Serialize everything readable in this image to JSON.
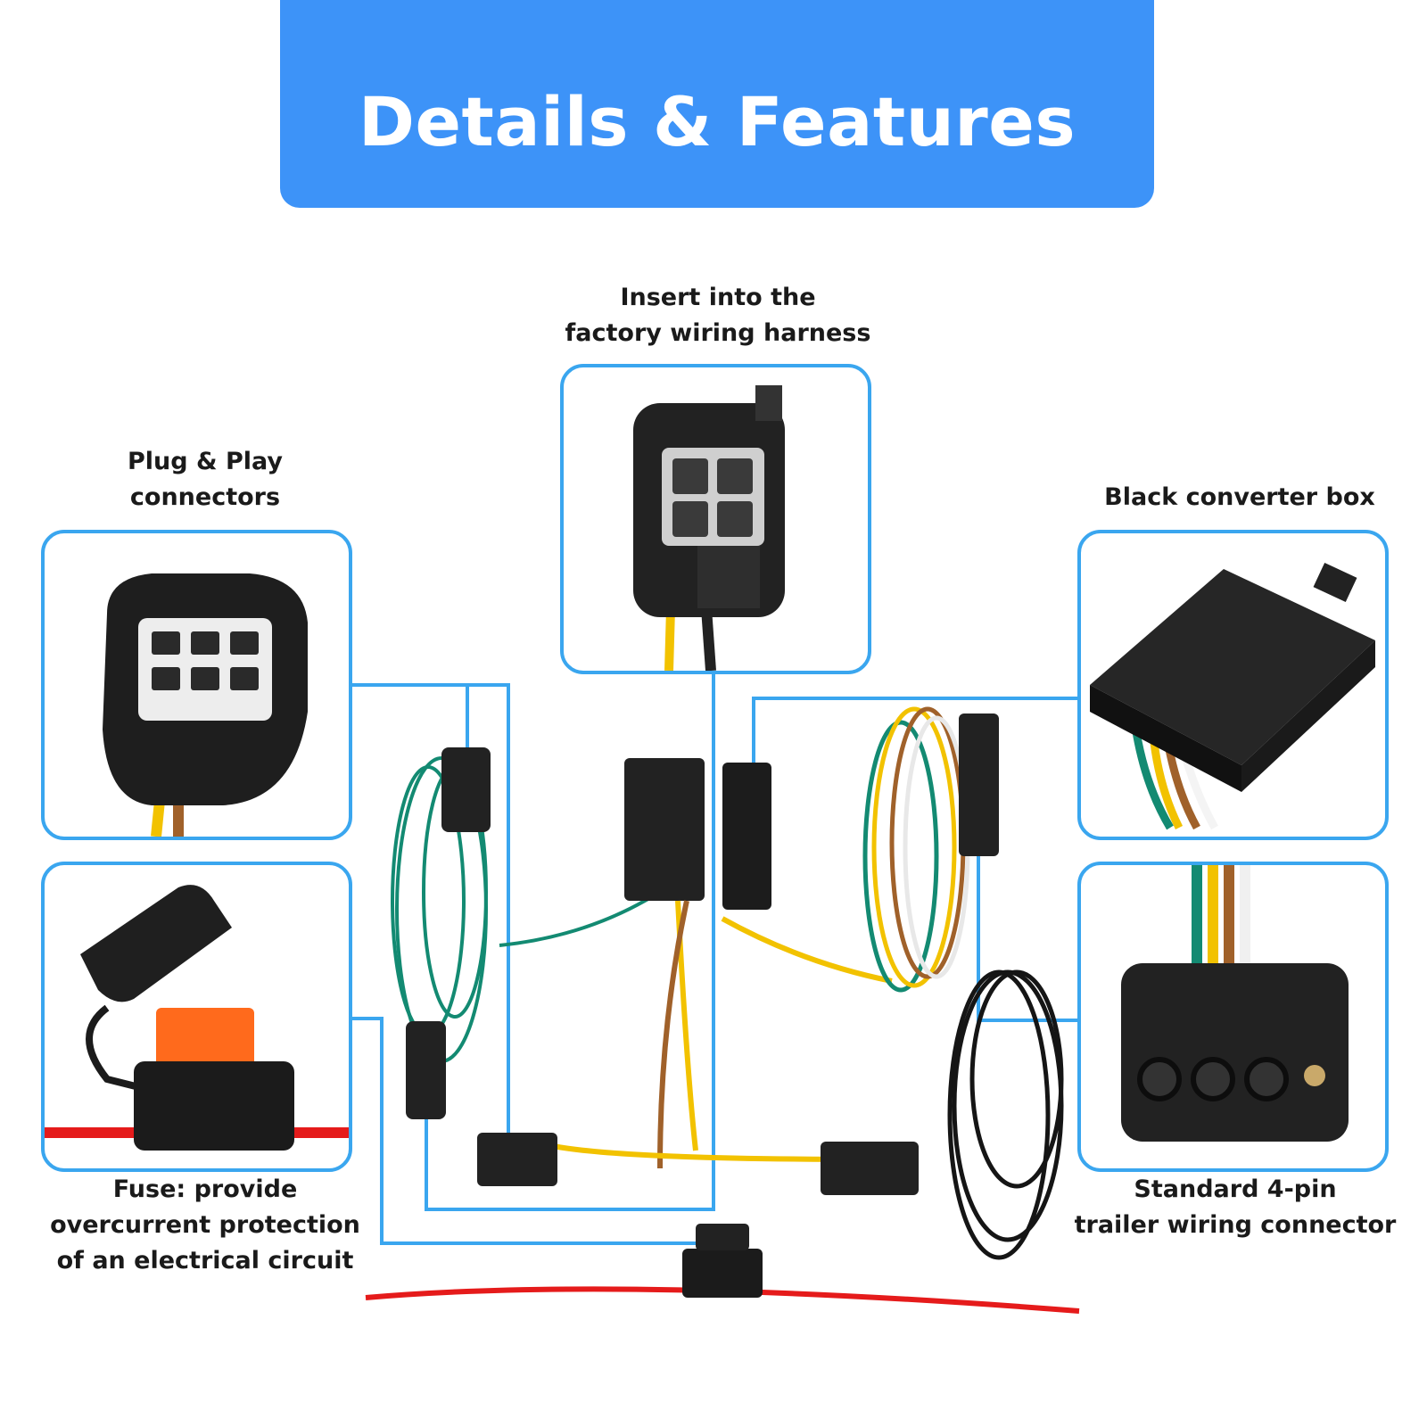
{
  "header": {
    "title": "Details & Features"
  },
  "callouts": {
    "top": {
      "line1": "Insert into the",
      "line2": "factory wiring harness"
    },
    "left_top": {
      "line1": "Plug & Play",
      "line2": "connectors"
    },
    "right_top": {
      "line1": "Black converter box"
    },
    "left_bottom": {
      "line1": "Fuse: provide",
      "line2": "overcurrent protection",
      "line3": "of an electrical circuit"
    },
    "right_bottom": {
      "line1": "Standard 4-pin",
      "line2": "trailer wiring connector"
    }
  },
  "colors": {
    "banner": "#3d93f8",
    "leader": "#3aa6ef",
    "connector_black": "#1c1c1c",
    "wire_green": "#138a72",
    "wire_yellow": "#f2c200",
    "wire_brown": "#a0612a",
    "wire_red": "#e51b1b",
    "fuse_orange": "#ff6a1c"
  }
}
